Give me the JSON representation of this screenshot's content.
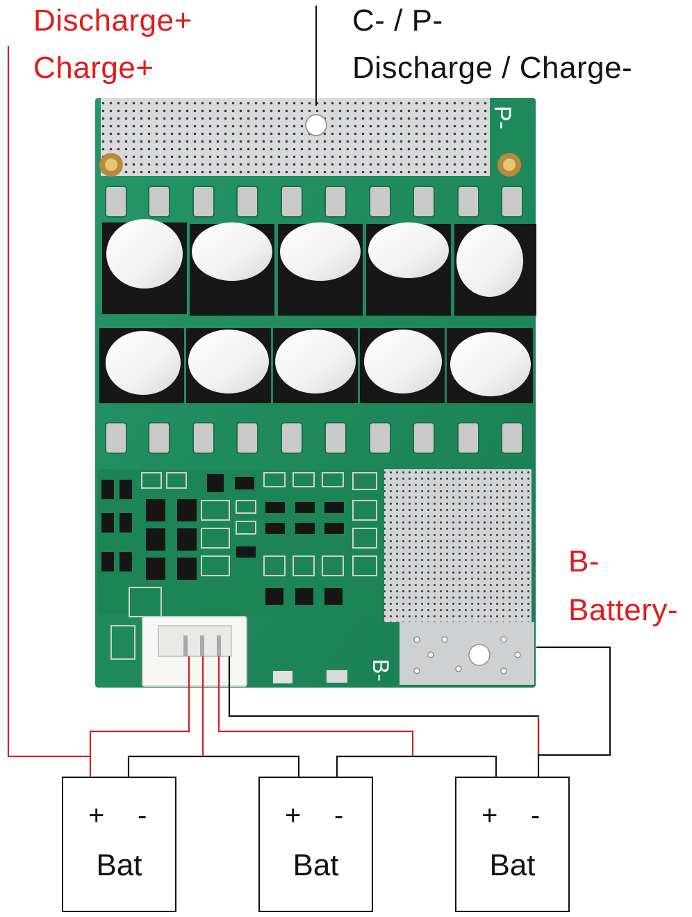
{
  "labels": {
    "discharge_plus": "Discharge+",
    "charge_plus": "Charge+",
    "c_minus_p_minus": "C- / P-",
    "discharge_charge_minus": "Discharge / Charge-",
    "b_minus": "B-",
    "battery_minus": "Battery-"
  },
  "board_marks": {
    "p_minus": "P-",
    "b_minus": "B-"
  },
  "batteries": [
    {
      "plus": "+",
      "minus": "-",
      "name": "Bat"
    },
    {
      "plus": "+",
      "minus": "-",
      "name": "Bat"
    },
    {
      "plus": "+",
      "minus": "-",
      "name": "Bat"
    }
  ],
  "colors": {
    "positive_wire": "#d42020",
    "negative_wire": "#111111",
    "pcb_green": "#1f8a5a",
    "label_red": "#e11b1b"
  }
}
